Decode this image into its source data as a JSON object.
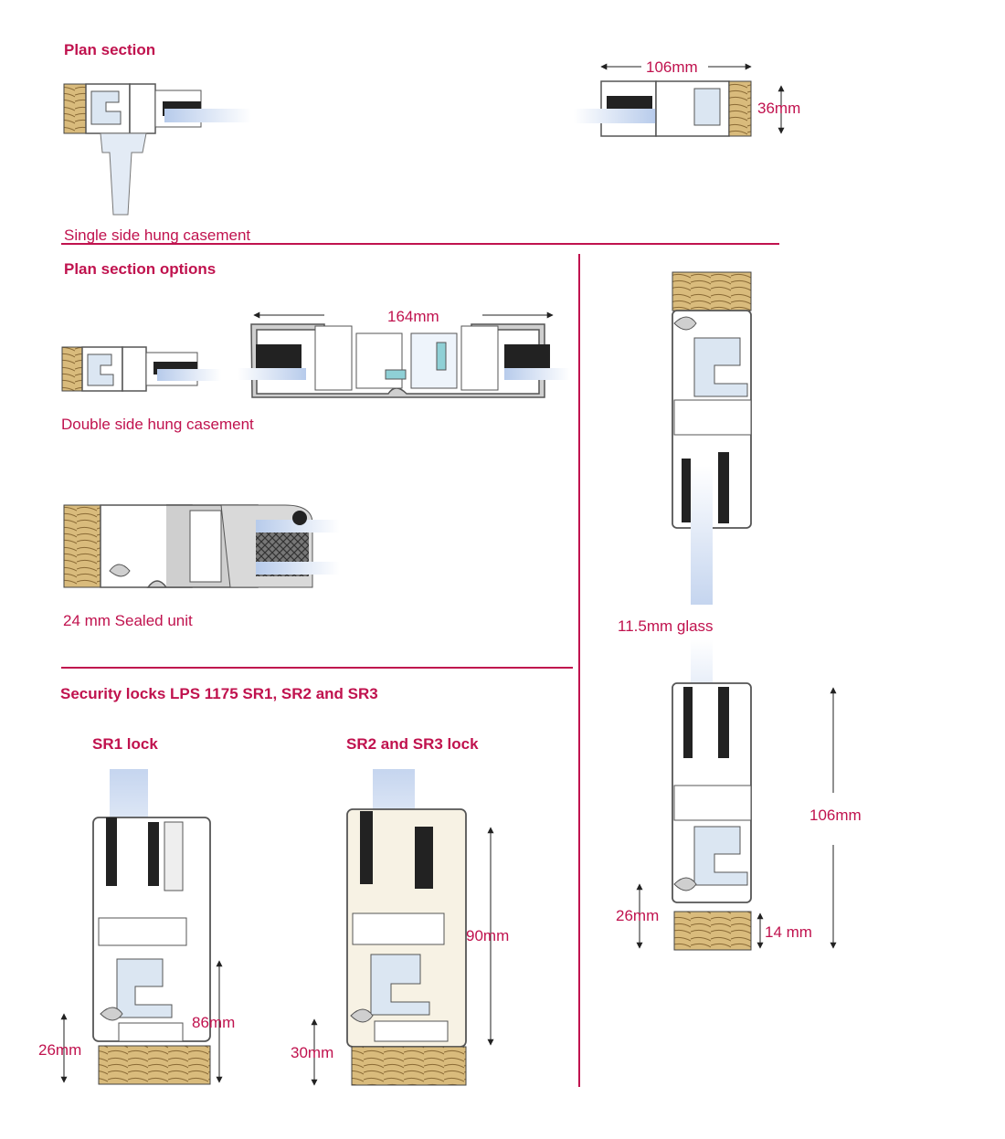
{
  "colors": {
    "accent": "#c0124e",
    "frame_stroke": "#555555",
    "frame_fill": "#ffffff",
    "glass": "#c9d8ef",
    "gasket": "#222222",
    "timber": "#d7b97a",
    "thermal_break": "#8fd0d6"
  },
  "plan_section": {
    "heading": "Plan section",
    "caption": "Single side hung casement",
    "width_label": "106mm",
    "depth_label": "36mm"
  },
  "plan_options": {
    "heading": "Plan section options",
    "double_caption": "Double side hung casement",
    "double_width_label": "164mm",
    "sealed_caption": "24 mm Sealed unit"
  },
  "security": {
    "heading": "Security locks LPS 1175 SR1, SR2 and SR3",
    "sr1": {
      "title": "SR1 lock",
      "height_label": "86mm",
      "sill_label": "26mm"
    },
    "sr23": {
      "title": "SR2 and SR3 lock",
      "height_label": "90mm",
      "sill_label": "30mm"
    }
  },
  "vertical_section": {
    "glass_label": "11.5mm glass",
    "height_label": "106mm",
    "sill_label": "26mm",
    "timber_label": "14 mm"
  }
}
